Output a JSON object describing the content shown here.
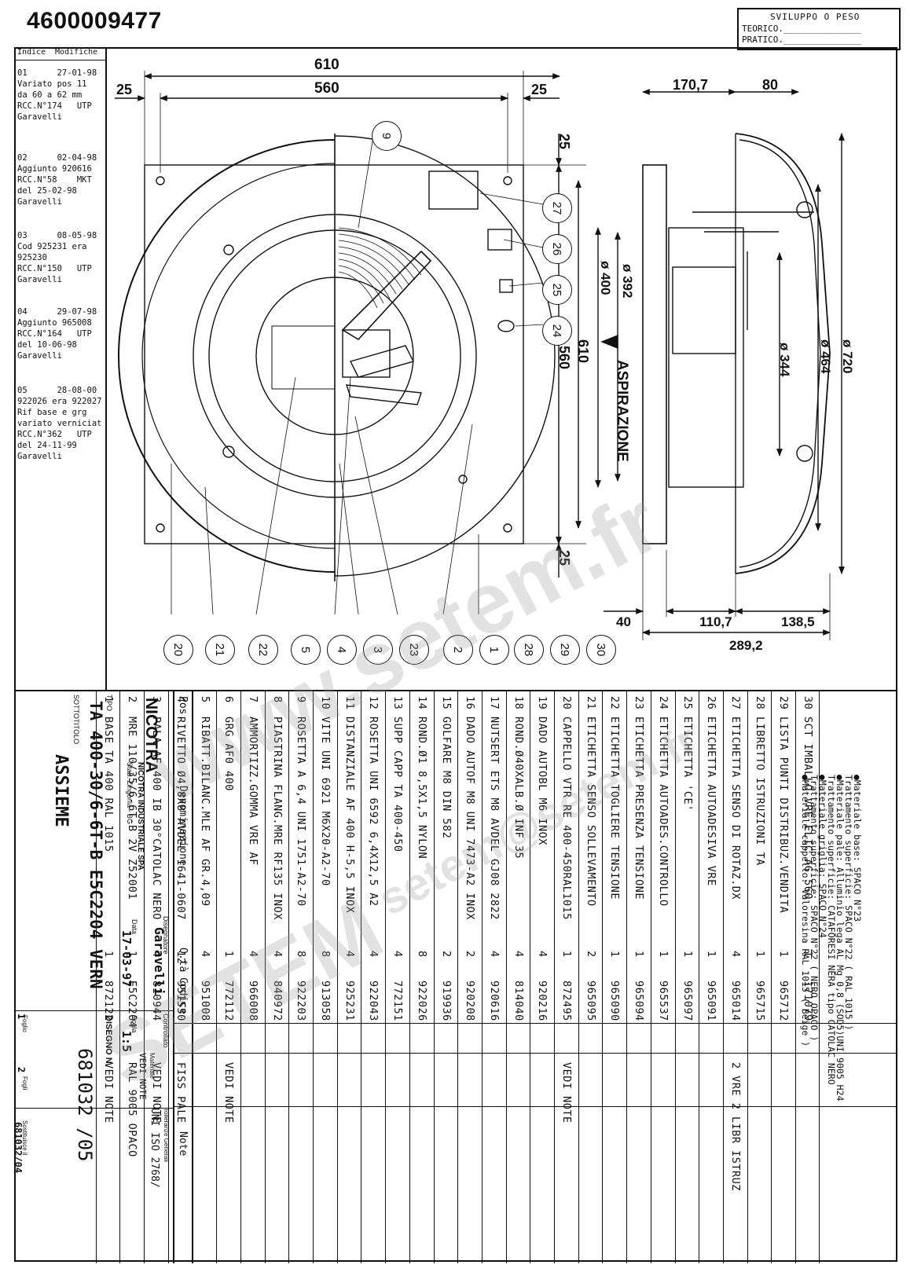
{
  "header": {
    "doc_number": "4600009477",
    "weight_title": "SVILUPPO O PESO",
    "weight_teorico": "TEORICO.",
    "weight_pratico": "PRATICO."
  },
  "revisions": {
    "col_indice": "Indice",
    "col_modifiche": "Modifiche",
    "items": [
      {
        "text": "01      27-01-98\nVariato pos 11\nda 60 a 62 mm\nRCC.N°174   UTP\nGaravelli"
      },
      {
        "text": "02      02-04-98\nAggiunto 920616\nRCC.N°58    MKT\ndel 25-02-98\nGaravelli"
      },
      {
        "text": "03      08-05-98\nCod 925231 era\n925230\nRCC.N°150   UTP\nGaravelli"
      },
      {
        "text": "04      29-07-98\nAggiunto 965008\nRCC.N°164   UTP\ndel 10-06-98\nGaravelli"
      },
      {
        "text": "05      28-08-00\n922026 era 922027\nRif base e grg\nvariato verniciat\nRCC.N°362   UTP\ndel 24-11-99\nGaravelli"
      }
    ]
  },
  "dimensions": {
    "d610": "610",
    "d560": "560",
    "d25a": "25",
    "d25b": "25",
    "d170": "170,7",
    "d80": "80",
    "v25top": "25",
    "v560": "560",
    "v610": "610",
    "v25bot": "25",
    "phi392": "ø 392",
    "phi400": "ø 400",
    "phi344": "ø 344",
    "phi464": "ø 464",
    "phi720": "ø 720",
    "aspirazione": "ASPIRAZIONE",
    "d40": "40",
    "d110": "110,7",
    "d138": "138,5",
    "d289": "289,2"
  },
  "callouts": {
    "top": "9",
    "right": [
      "27",
      "26",
      "25",
      "24"
    ],
    "bottom": [
      "20",
      "21",
      "22",
      "5",
      "4",
      "3",
      "23",
      "2",
      "1",
      "28",
      "29",
      "30"
    ]
  },
  "materials": [
    "●Materiale base: SPACO N°23",
    "  Trattamento superficie: SPACO N°22 ( RAL 1015 )",
    "●Materiale pale: Alluminio lega AL Mg 0,8 (SOD5)UNI 9005 H24",
    "  Trattamento superficie: CATAFORESI NERA tipo CATOLAC NERO",
    "●Materiale griglia: SPACO N°24",
    "  Trattamento superficie: SPACO N°22 ( NERO OPACO )",
    "●Materiale cappello: Valoresina RAL 1015 ( Beige )"
  ],
  "bom": {
    "headers": {
      "pos": "Pos.",
      "denominazione": "Denominazione",
      "qty": "Q.tà",
      "codice": "Codice",
      "note": "Note"
    },
    "rows": [
      {
        "pos": "30",
        "name": "SCT IMBALLO VRE ELIC AG 560",
        "qty": "1",
        "code": "171079",
        "note": ""
      },
      {
        "pos": "29",
        "name": "LISTA PUNTI DISTRIBUZ.VENDITA",
        "qty": "1",
        "code": "965712",
        "note": ""
      },
      {
        "pos": "28",
        "name": "LIBRETTO ISTRUZIONI TA",
        "qty": "1",
        "code": "965715",
        "note": ""
      },
      {
        "pos": "27",
        "name": "ETICHETTA SENSO DI ROTAZ.DX",
        "qty": "4",
        "code": "965014",
        "note": "2 VRE 2 LIBR ISTRUZ"
      },
      {
        "pos": "26",
        "name": "ETICHETTA AUTOADESIVA VRE",
        "qty": "1",
        "code": "965091",
        "note": ""
      },
      {
        "pos": "25",
        "name": "ETICHETTA 'CE'",
        "qty": "1",
        "code": "965097",
        "note": ""
      },
      {
        "pos": "24",
        "name": "ETICHETTA AUTOADES.CONTROLLO",
        "qty": "1",
        "code": "965537",
        "note": ""
      },
      {
        "pos": "23",
        "name": "ETICHETTA PRESENZA TENSIONE",
        "qty": "1",
        "code": "965094",
        "note": ""
      },
      {
        "pos": "22",
        "name": "ETICHETTA TOGLIERE TENSIONE",
        "qty": "1",
        "code": "965090",
        "note": ""
      },
      {
        "pos": "21",
        "name": "ETICHETTA SENSO SOLLEVAMENTO",
        "qty": "2",
        "code": "965095",
        "note": ""
      },
      {
        "pos": "20",
        "name": "CAPPELLO VTR RE 400-450RAL1015",
        "qty": "1",
        "code": "872495",
        "note": "VEDI NOTE"
      },
      {
        "pos": "19",
        "name": "DADO AUTOBL M6 INOX",
        "qty": "4",
        "code": "920216",
        "note": ""
      },
      {
        "pos": "18",
        "name": "ROND.Ø40XALB.Ø INF 35",
        "qty": "4",
        "code": "814040",
        "note": ""
      },
      {
        "pos": "17",
        "name": "NUTSERT ETS M8 AVDEL GJ08 2822",
        "qty": "4",
        "code": "920616",
        "note": ""
      },
      {
        "pos": "16",
        "name": "DADO AUTOF M8 UNI 7473-A2 INOX",
        "qty": "2",
        "code": "920208",
        "note": ""
      },
      {
        "pos": "15",
        "name": "GOLFARE M8 DIN 582",
        "qty": "2",
        "code": "919936",
        "note": ""
      },
      {
        "pos": "14",
        "name": "ROND.Ø1  8,5X1,5 NYLON",
        "qty": "8",
        "code": "922026",
        "note": ""
      },
      {
        "pos": "13",
        "name": "SUPP CAPP TA 400-450",
        "qty": "4",
        "code": "772151",
        "note": ""
      },
      {
        "pos": "12",
        "name": "ROSETTA UNI 6592 6,4X12,5 A2",
        "qty": "4",
        "code": "922043",
        "note": ""
      },
      {
        "pos": "11",
        "name": "DISTANZIALE AF 400 H-5,5 INOX",
        "qty": "4",
        "code": "925231",
        "note": ""
      },
      {
        "pos": "10",
        "name": "VITE UNI 6921 M6X20-A2-70",
        "qty": "8",
        "code": "913058",
        "note": ""
      },
      {
        "pos": "9",
        "name": "ROSETTA A 6,4 UNI 1751-A2-70",
        "qty": "8",
        "code": "922203",
        "note": ""
      },
      {
        "pos": "8",
        "name": "PIASTRINA FLANG.MRE RF135 INOX",
        "qty": "4",
        "code": "840972",
        "note": ""
      },
      {
        "pos": "7",
        "name": "AMMORTIZZ.GOMMA VRE AF",
        "qty": "4",
        "code": "966008",
        "note": ""
      },
      {
        "pos": "6",
        "name": "GRG AF0 400",
        "qty": "1",
        "code": "772112",
        "note": "VEDI NOTE"
      },
      {
        "pos": "5",
        "name": "RIBATT.BILANC.MLE AF GR.4,09",
        "qty": "4",
        "code": "951008",
        "note": ""
      },
      {
        "pos": "4",
        "name": "RIVETTO Ø4,8X8 AVDEL 1641-0607",
        "qty": "12",
        "code": "951530",
        "note": "FISS PALE"
      },
      {
        "pos": "3",
        "name": "PALA AF 400 IB 30°CATOLAC NERO",
        "qty": "4",
        "code": "810944",
        "note": "VEDI NOTE"
      },
      {
        "pos": "2",
        "name": "MRE 110/35/6-6T-B 2V Z52001",
        "qty": "1",
        "code": "E5C2204",
        "note": "RAL 9005 OPACO"
      },
      {
        "pos": "1",
        "name": "BASE TA 400 RAL 1015",
        "qty": "1",
        "code": "872122",
        "note": "VEDI NOTE"
      }
    ]
  },
  "title_block": {
    "tipo_label": "TIPO",
    "tipo": "TA 400-30/6-6T-B E5C2204 VERN",
    "sottotitolo_label": "SOTTOTITOLO",
    "sottotitolo": "ASSIEME",
    "company": "NICOTRA",
    "company_full": "NICOTRA INDUSTRIALE SPA",
    "company_sub": "Stab. Zingonia - BG",
    "disegnatore_label": "Disegnatore",
    "disegnatore": "Garavelli",
    "data_label": "Data",
    "data": "17-03-97",
    "controllato_label": "Controllato",
    "scala_label": "Scala",
    "scala": "1:5",
    "materiale_label": "Materiale",
    "materiale": "VEDI NOTE",
    "tolleranze_label": "Tolleranze Generali",
    "tolleranze": "UNI ISO 2768/",
    "disegno_label": "DISEGNO N.",
    "disegno": "681032 /05",
    "foglio_label": "Foglio",
    "foglio": "1",
    "fogli_label": "Fogli",
    "fogli": "2",
    "sostituisce_label": "Sostituisce il",
    "sostituisce": "681032/04"
  },
  "watermark": {
    "brand": "SETEM",
    "url": "www.setem.fr",
    "mail": "setem@setem.fr"
  }
}
